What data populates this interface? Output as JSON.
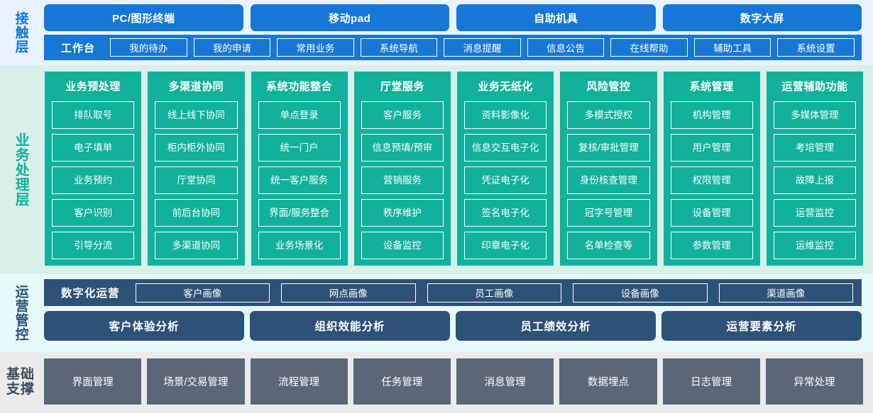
{
  "layers": {
    "contact": {
      "label": "接触层",
      "accent": "#1677d6",
      "background": "#e8f3fd",
      "terminals": [
        {
          "label": "PC/图形终端"
        },
        {
          "label": "移动pad"
        },
        {
          "label": "自助机具"
        },
        {
          "label": "数字大屏"
        }
      ],
      "nav_title": "工作台",
      "nav_items": [
        {
          "label": "我的待办"
        },
        {
          "label": "我的申请"
        },
        {
          "label": "常用业务"
        },
        {
          "label": "系统导航"
        },
        {
          "label": "消息提醒"
        },
        {
          "label": "信息公告"
        },
        {
          "label": "在线帮助"
        },
        {
          "label": "辅助工具"
        },
        {
          "label": "系统设置"
        }
      ]
    },
    "business": {
      "label": "业务处理层",
      "accent": "#11b19b",
      "background": "#d9efe9",
      "columns": [
        {
          "title": "业务预处理",
          "items": [
            {
              "label": "排队取号"
            },
            {
              "label": "电子填单"
            },
            {
              "label": "业务预约"
            },
            {
              "label": "客户识别"
            },
            {
              "label": "引导分流"
            }
          ]
        },
        {
          "title": "多渠道协同",
          "items": [
            {
              "label": "线上线下协同"
            },
            {
              "label": "柜内柜外协同"
            },
            {
              "label": "厅堂协同"
            },
            {
              "label": "前后台协同"
            },
            {
              "label": "多渠道协同"
            }
          ]
        },
        {
          "title": "系统功能整合",
          "items": [
            {
              "label": "单点登录"
            },
            {
              "label": "统一门户"
            },
            {
              "label": "统一客户服务"
            },
            {
              "label": "界面/服务整合"
            },
            {
              "label": "业务场景化"
            }
          ]
        },
        {
          "title": "厅堂服务",
          "items": [
            {
              "label": "客户服务"
            },
            {
              "label": "信息预填/预审"
            },
            {
              "label": "营销服务"
            },
            {
              "label": "秩序维护"
            },
            {
              "label": "设备监控"
            }
          ]
        },
        {
          "title": "业务无纸化",
          "items": [
            {
              "label": "资料影像化"
            },
            {
              "label": "信息交互电子化"
            },
            {
              "label": "凭证电子化"
            },
            {
              "label": "签名电子化"
            },
            {
              "label": "印章电子化"
            }
          ]
        },
        {
          "title": "风险管控",
          "items": [
            {
              "label": "多模式授权"
            },
            {
              "label": "复核/审批管理"
            },
            {
              "label": "身份核查管理"
            },
            {
              "label": "冠字号管理"
            },
            {
              "label": "名单检查等"
            }
          ]
        },
        {
          "title": "系统管理",
          "items": [
            {
              "label": "机构管理"
            },
            {
              "label": "用户管理"
            },
            {
              "label": "权限管理"
            },
            {
              "label": "设备管理"
            },
            {
              "label": "参数管理"
            }
          ]
        },
        {
          "title": "运营辅助功能",
          "items": [
            {
              "label": "多媒体管理"
            },
            {
              "label": "考培管理"
            },
            {
              "label": "故障上报"
            },
            {
              "label": "运营监控"
            },
            {
              "label": "运维监控"
            }
          ]
        }
      ]
    },
    "operations": {
      "label": "运营管控",
      "accent": "#2e5178",
      "background": "#e8f9fb",
      "portrait_title": "数字化运营",
      "portrait_items": [
        {
          "label": "客户画像"
        },
        {
          "label": "网点画像"
        },
        {
          "label": "员工画像"
        },
        {
          "label": "设备画像"
        },
        {
          "label": "渠道画像"
        }
      ],
      "analysis_items": [
        {
          "label": "客户体验分析"
        },
        {
          "label": "组织效能分析"
        },
        {
          "label": "员工绩效分析"
        },
        {
          "label": "运营要素分析"
        }
      ]
    },
    "base": {
      "label_line1": "基础",
      "label_line2": "支撑",
      "accent": "#5b6778",
      "background": "#ebebeb",
      "items": [
        {
          "label": "界面管理"
        },
        {
          "label": "场景/交易管理"
        },
        {
          "label": "流程管理"
        },
        {
          "label": "任务管理"
        },
        {
          "label": "消息管理"
        },
        {
          "label": "数据埋点"
        },
        {
          "label": "日志管理"
        },
        {
          "label": "异常处理"
        }
      ]
    }
  }
}
